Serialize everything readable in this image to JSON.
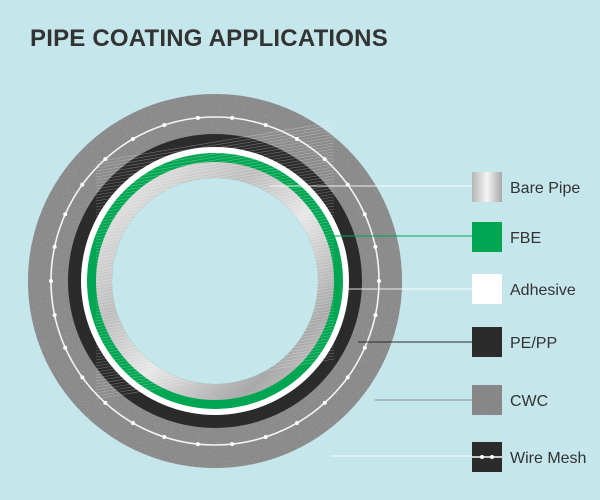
{
  "title": "PIPE COATING APPLICATIONS",
  "layers": [
    {
      "key": "bare_pipe",
      "label": "Bare Pipe",
      "color": "#c9c9c9"
    },
    {
      "key": "fbe",
      "label": "FBE",
      "color": "#00a651"
    },
    {
      "key": "adhesive",
      "label": "Adhesive",
      "color": "#ffffff"
    },
    {
      "key": "pe_pp",
      "label": "PE/PP",
      "color": "#2b2b2b"
    },
    {
      "key": "cwc",
      "label": "CWC",
      "color": "#8c8c8c"
    },
    {
      "key": "wire_mesh",
      "label": "Wire Mesh",
      "color": "#2b2b2b"
    }
  ],
  "colors": {
    "background": "#c5e6ea",
    "title": "#333333",
    "concrete": "#8c8c8c",
    "leader_line": "#ffffff"
  }
}
